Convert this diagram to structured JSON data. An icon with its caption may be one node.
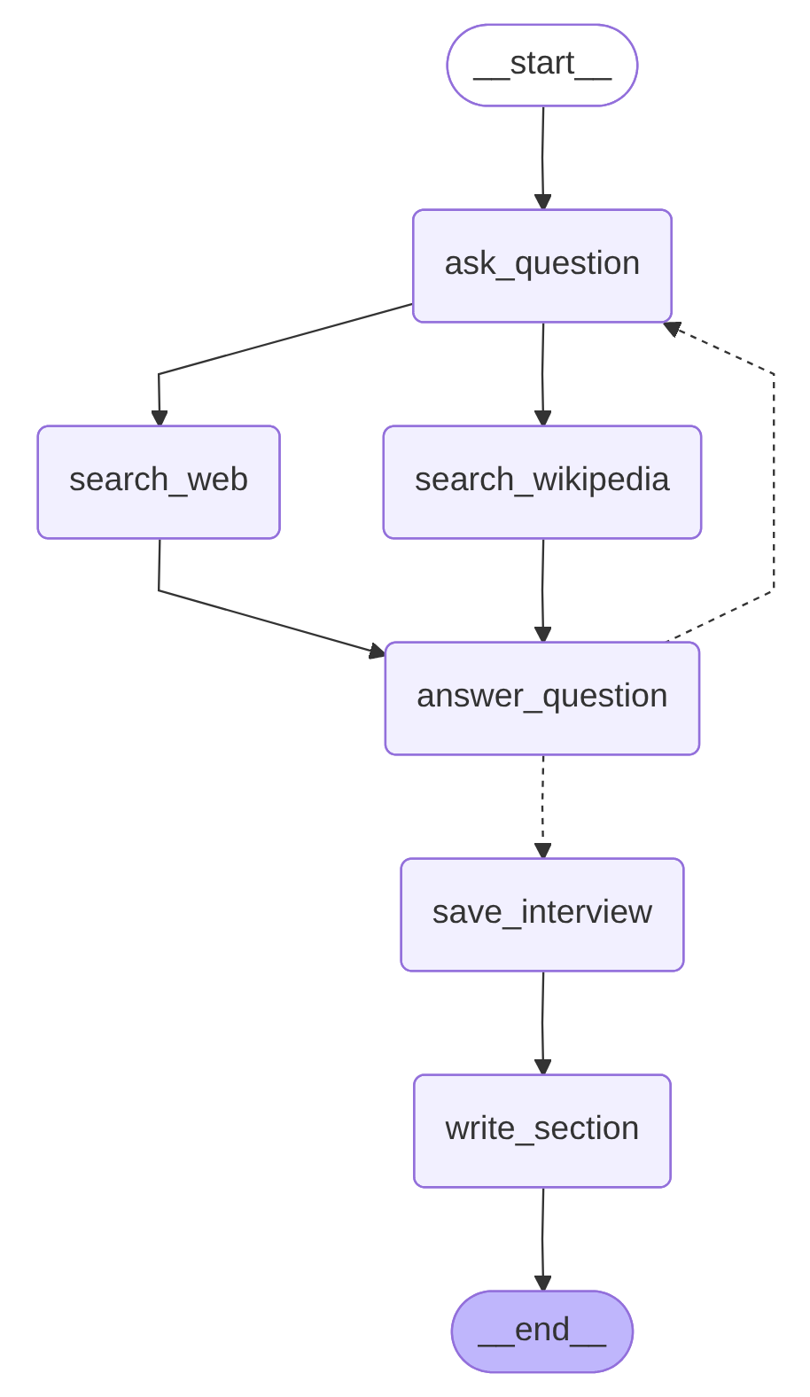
{
  "diagram": {
    "nodes": [
      {
        "text": [
          "__start__"
        ]
      },
      {
        "text": [
          "ask_question"
        ]
      },
      {
        "text": [
          "search_web"
        ]
      },
      {
        "text": [
          "search_wikipedia"
        ]
      },
      {
        "text": [
          "answer_question"
        ]
      },
      {
        "text": [
          "save_interview"
        ]
      },
      {
        "text": [
          "write_section"
        ]
      },
      {
        "text": [
          "__end__"
        ]
      }
    ],
    "edges": [
      {
        "from": 0,
        "to": 1,
        "arrow": "to"
      },
      {
        "from": 1,
        "to": 2,
        "arrow": "to"
      },
      {
        "from": 1,
        "to": 3,
        "arrow": "to"
      },
      {
        "from": 2,
        "to": 4,
        "arrow": "to"
      },
      {
        "from": 3,
        "to": 4,
        "arrow": "to"
      },
      {
        "from": 4,
        "to": 1,
        "arrow": "to",
        "style": "dashed"
      },
      {
        "from": 4,
        "to": 5,
        "arrow": "to",
        "style": "dashed"
      },
      {
        "from": 5,
        "to": 6,
        "arrow": "to"
      },
      {
        "from": 6,
        "to": 7,
        "arrow": "to"
      }
    ]
  }
}
